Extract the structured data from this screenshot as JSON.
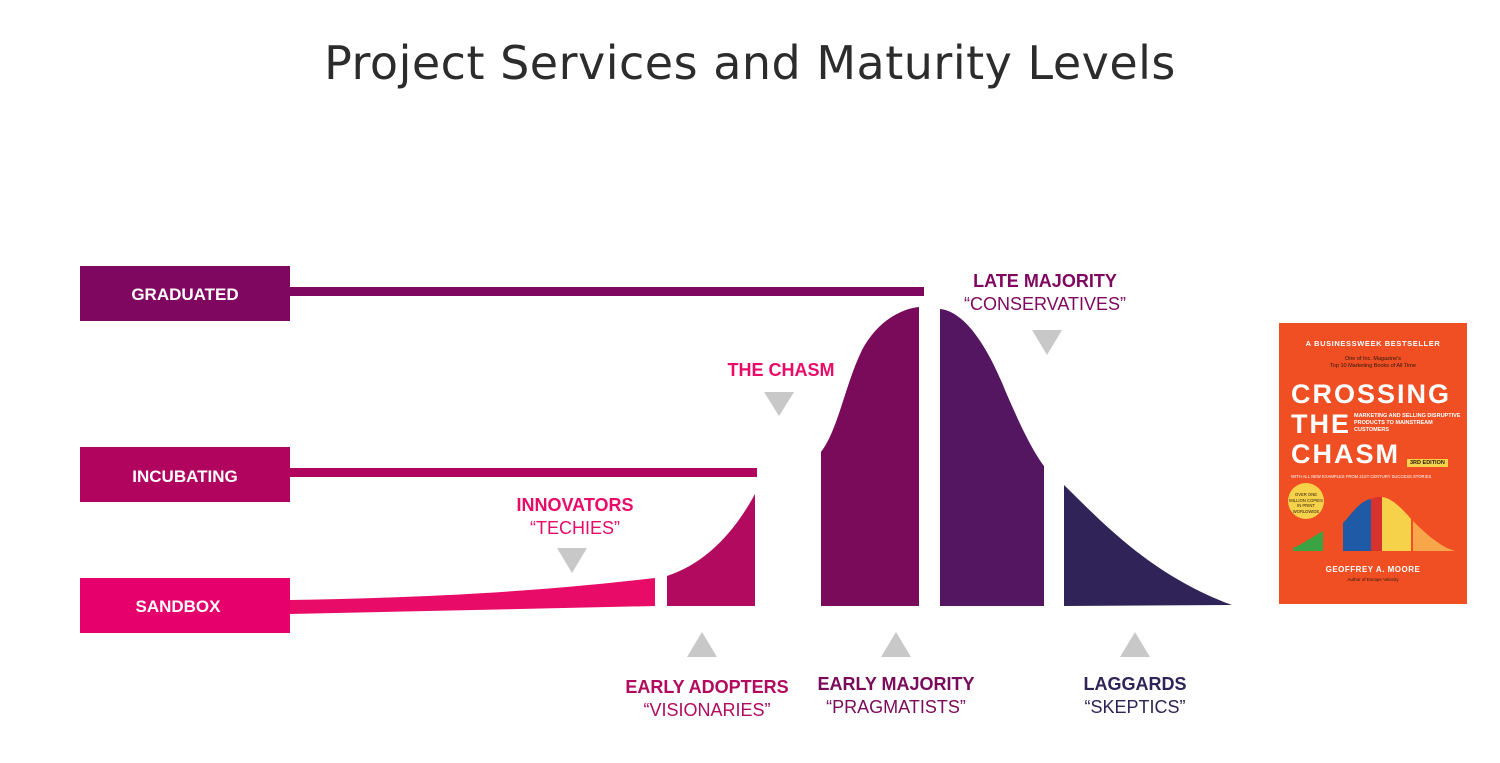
{
  "title": "Project Services and Maturity Levels",
  "colors": {
    "sandbox": "#e5006c",
    "incubating": "#b1045f",
    "graduated": "#7f075f",
    "innovators": "#e80c68",
    "early_adopters": "#b10a5f",
    "early_majority": "#7a0a5a",
    "late_majority": "#541660",
    "laggards": "#2f2357",
    "arrow": "#c8c8c8"
  },
  "levels": [
    {
      "id": "graduated",
      "label": "GRADUATED"
    },
    {
      "id": "incubating",
      "label": "INCUBATING"
    },
    {
      "id": "sandbox",
      "label": "SANDBOX"
    }
  ],
  "segments": [
    {
      "id": "innovators",
      "name": "INNOVATORS",
      "nickname": "“TECHIES”"
    },
    {
      "id": "early_adopters",
      "name": "EARLY ADOPTERS",
      "nickname": "“VISIONARIES”"
    },
    {
      "id": "early_majority",
      "name": "EARLY MAJORITY",
      "nickname": "“PRAGMATISTS”"
    },
    {
      "id": "late_majority",
      "name": "LATE MAJORITY",
      "nickname": "“CONSERVATIVES”"
    },
    {
      "id": "laggards",
      "name": "LAGGARDS",
      "nickname": "“SKEPTICS”"
    }
  ],
  "chasm_label": "THE CHASM",
  "book": {
    "bestseller": "A BUSINESSWEEK BESTSELLER",
    "blurb_1": "One of Inc. Magazine's",
    "blurb_2": "Top 10 Marketing Books of All Time",
    "title_1": "CROSSING",
    "title_2": "THE",
    "title_3": "CHASM",
    "subtitle": "MARKETING AND SELLING DISRUPTIVE PRODUCTS TO MAINSTREAM CUSTOMERS",
    "edition": "3RD EDITION",
    "with": "WITH ALL NEW EXAMPLES FROM 21ST CENTURY SUCCESS STORIES",
    "seal": "OVER ONE MILLION COPIES IN PRINT WORLDWIDE",
    "author": "GEOFFREY A. MOORE",
    "byline": "Author of Escape Velocity",
    "colors": {
      "cover": "#f04e23",
      "green": "#3aa443",
      "blue": "#1f5aa6",
      "red": "#d8322e",
      "yellow": "#f6d24a",
      "orange": "#f7a64a"
    }
  }
}
